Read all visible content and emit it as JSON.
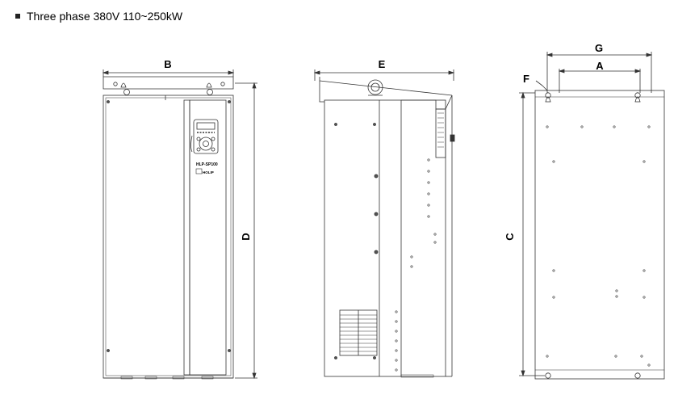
{
  "heading": {
    "bullet_icon": "square-bullet",
    "text": "Three phase 380V 110~250kW"
  },
  "front_view": {
    "dim_width": "B",
    "dim_height": "D",
    "model_label": "HLP-SP100",
    "brand_label": "HOLIP"
  },
  "side_view": {
    "dim_depth": "E"
  },
  "mount_view": {
    "dim_outer_holes": "G",
    "dim_inner_holes": "A",
    "dim_hole_offset": "F",
    "dim_hole_height": "C"
  }
}
